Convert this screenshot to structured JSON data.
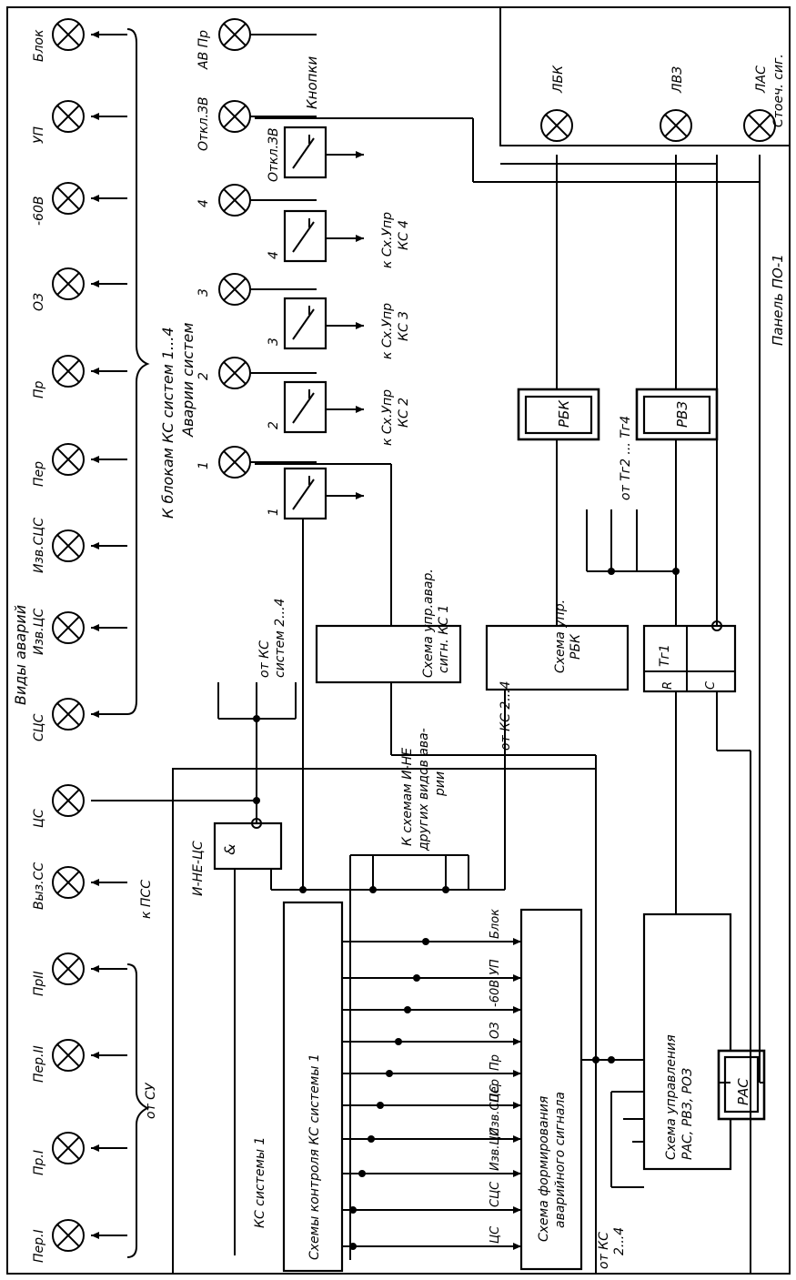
{
  "lamps_left": [
    "Блок",
    "УП",
    "-60В",
    "ОЗ",
    "Пр",
    "Пер",
    "Изв.СЦС",
    "Изв.ЦС",
    "СЦС",
    "ЦС",
    "Выз.СС",
    "ПрII",
    "Пер.II",
    "Пр.I",
    "Пер.I"
  ],
  "lamps_right": [
    "АВ Пр",
    "Откл.ЗВ",
    "4",
    "3",
    "2",
    "1"
  ],
  "indicator_lamps": [
    "ЛБК",
    "ЛВЗ",
    "ЛАС"
  ],
  "labels": {
    "vidy_avariy": "Виды аварий",
    "k_blokam": "К блокам КС систем 1...4",
    "avariya_sistem": "Аварии систем",
    "knopki": "Кнопки",
    "otkl_zv_button": "Откл.ЗВ",
    "btn_1": "1",
    "btn_2": "2",
    "btn_3": "3",
    "btn_4": "4",
    "k_sx_upr_ks2_a": "к Сх.Упр",
    "k_sx_upr_ks2_b": "КС 2",
    "k_sx_upr_ks3_a": "к Сх.Упр",
    "k_sx_upr_ks3_b": "КС 3",
    "k_sx_upr_ks4_a": "к Сх.Упр",
    "k_sx_upr_ks4_b": "КС 4",
    "stoech_sig": "Стоеч. сиг.",
    "panel": "Панель ПО-1",
    "ot_tg": "от Тг2 ... Тг4",
    "rbk": "РБК",
    "rvz": "РВЗ",
    "rac": "РАС",
    "ot_ks_sistem_a": "от КС",
    "ot_ks_sistem_b": "систем 2...4",
    "sxema_upr_avar_a": "Схема упр.авар.",
    "sxema_upr_avar_b": "сигн. КС 1",
    "sxema_upr_rbk_a": "Схема упр.",
    "sxema_upr_rbk_b": "РБК",
    "ot_ks_2_4": "от КС 2...4",
    "tg1": "Тг1",
    "r": "R",
    "c": "С",
    "and": "&",
    "i_ne_cs": "И-НЕ-ЦС",
    "k_sxemam_a": "К схемам И-НЕ",
    "k_sxemam_b": "других видов ава-",
    "k_sxemam_c": "рии",
    "k_pss": "к ПСС",
    "ot_su": "от СУ",
    "ks_sistemy": "КС системы 1",
    "sxemy_kontrolya": "Схемы контроля КС системы 1",
    "sxema_form_a": "Схема формирования",
    "sxema_form_b": "аварийного сигнала",
    "sxema_upr_a": "Схема   управления",
    "sxema_upr_b": "РАС, РВЗ, РОЗ",
    "ot_ks_bottom_a": "от КС",
    "ot_ks_bottom_b": "2...4"
  },
  "signals": [
    "Блок",
    "УП",
    "-60В",
    "ОЗ",
    "Пр",
    "Пер",
    "Изв.СЦС",
    "Изв.ЦС",
    "СЦС",
    "ЦС"
  ]
}
